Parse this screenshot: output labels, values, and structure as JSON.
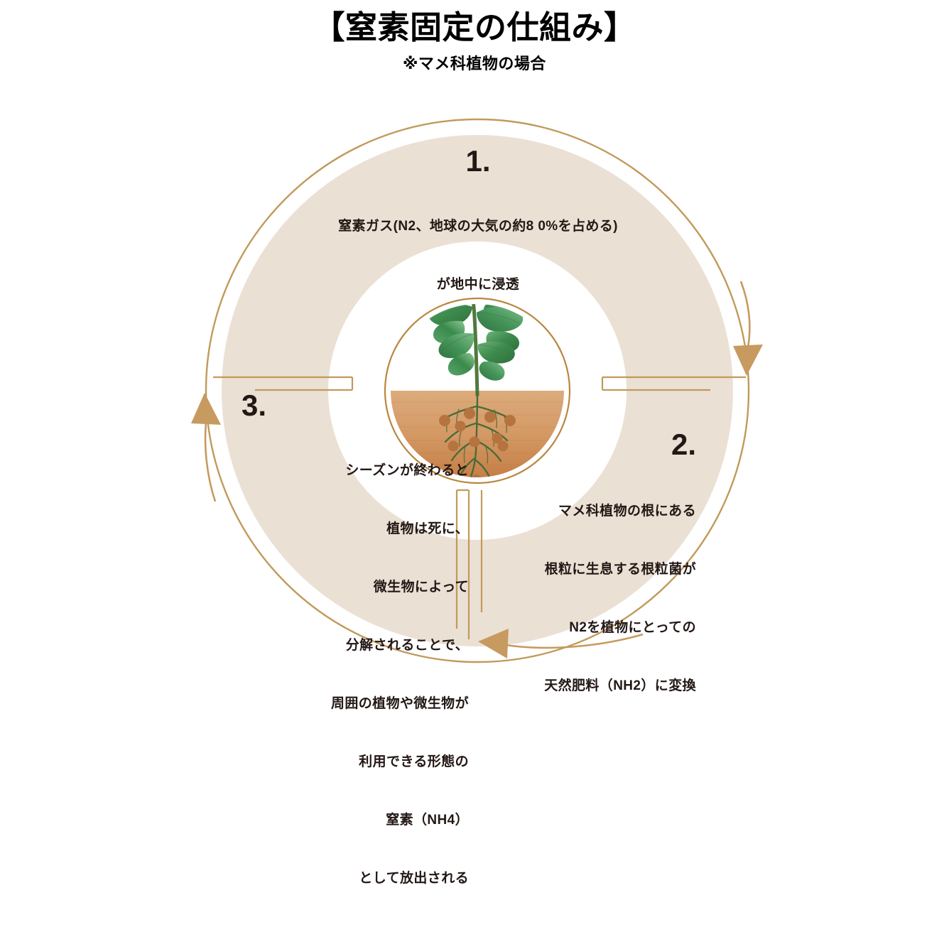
{
  "header": {
    "title": "【窒素固定の仕組み】",
    "subtitle": "※マメ科植物の場合"
  },
  "colors": {
    "ring_fill": "#EBE0D4",
    "outline_gold": "#C19A5B",
    "arrow_gold": "#C79A60",
    "text_dark": "#231815",
    "soil_top": "#D9A474",
    "soil_bottom": "#C77D43",
    "leaf_green": "#3E8C4E",
    "root_green": "#4A6B3A",
    "nodule_brown": "#B5743F",
    "background": "#FFFFFF"
  },
  "steps": [
    {
      "number": "1.",
      "name": "nitrogen-gas-penetrates",
      "lines": [
        "窒素ガス(N2、地球の大気の約8 0%を占める)",
        "が地中に浸透"
      ]
    },
    {
      "number": "2.",
      "name": "rhizobia-convert-nitrogen",
      "lines": [
        "マメ科植物の根にある",
        "根粒に生息する根粒菌が",
        "N2を植物にとっての",
        "天然肥料（NH2）に変換"
      ]
    },
    {
      "number": "3.",
      "name": "decomposition-releases-nitrogen",
      "lines": [
        "シーズンが終わると",
        "植物は死に、",
        "微生物によって",
        "分解されることで、",
        "周囲の植物や微生物が",
        "利用できる形態の",
        "窒素（NH4）",
        "として放出される"
      ]
    }
  ],
  "illustration": {
    "name": "legume-plant-with-root-nodules",
    "caption_parts": {
      "above_ground": "leaves",
      "below_ground": "roots-and-nodules"
    },
    "nodule_count": 10
  },
  "arrows": [
    {
      "name": "arrow-step1-to-step2",
      "direction": "down",
      "position": "right"
    },
    {
      "name": "arrow-step2-to-step3",
      "direction": "left",
      "position": "bottom"
    },
    {
      "name": "arrow-step3-to-step1",
      "direction": "up",
      "position": "left"
    }
  ],
  "diagram_type": "cycle"
}
